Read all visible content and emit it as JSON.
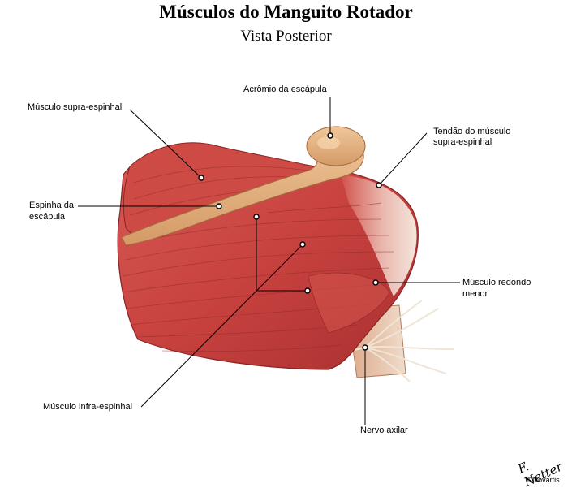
{
  "title": "Músculos do Manguito Rotador",
  "subtitle": "Vista Posterior",
  "labels": {
    "supraspinatus": "Músculo supra-espinhal",
    "acromion": "Acrômio da escápula",
    "tendon_line1": "Tendão do músculo",
    "tendon_line2": "supra-espinhal",
    "spine_line1": "Espinha da",
    "spine_line2": "escápula",
    "teres_line1": "Músculo redondo",
    "teres_line2": "menor",
    "infraspinatus": "Músculo infra-espinhal",
    "axillary_nerve": "Nervo axilar"
  },
  "credit": {
    "signature": "F. Netter",
    "copyright": "©Novartis"
  },
  "colors": {
    "muscle": "#c8423f",
    "muscle_dark": "#9e2a2a",
    "muscle_light": "#e0716b",
    "bone": "#e8b98a",
    "tendon": "#efe1d6"
  }
}
